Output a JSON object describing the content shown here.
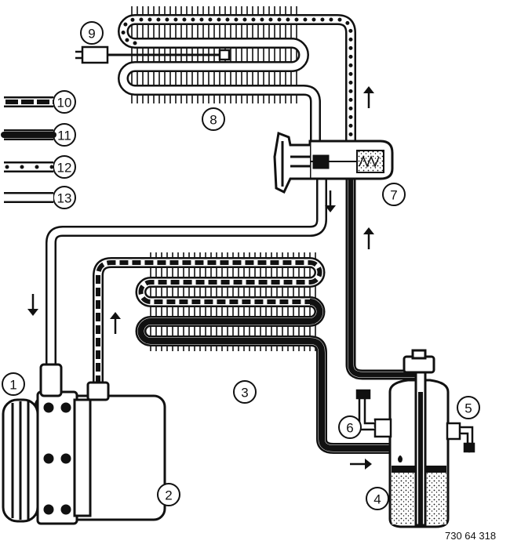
{
  "title": "Refrigerant circuit diagram",
  "callouts": {
    "c1": "1",
    "c2": "2",
    "c3": "3",
    "c4": "4",
    "c5": "5",
    "c6": "6",
    "c7": "7",
    "c8": "8",
    "c9": "9"
  },
  "legend": [
    {
      "number": "10",
      "pattern": "dashed"
    },
    {
      "number": "11",
      "pattern": "solid"
    },
    {
      "number": "12",
      "pattern": "dotted"
    },
    {
      "number": "13",
      "pattern": "plain"
    }
  ],
  "figure_code": "730 64 318",
  "colors": {
    "ink": "#111111",
    "paper": "#ffffff"
  }
}
